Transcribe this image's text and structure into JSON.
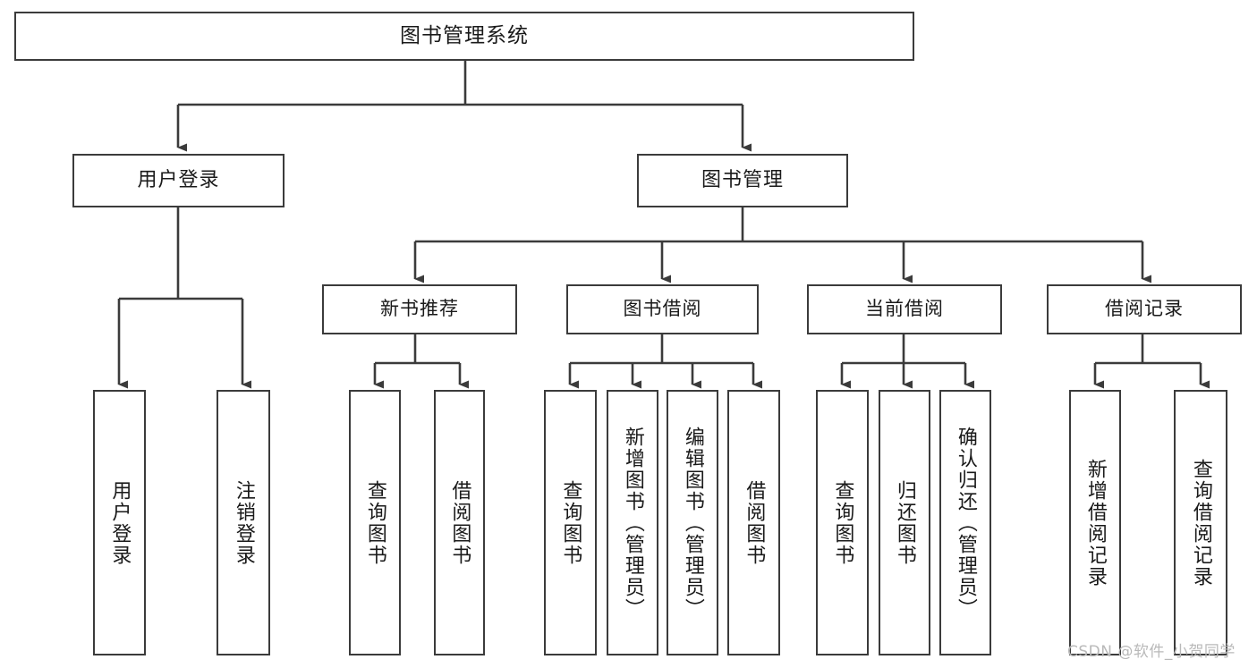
{
  "title": "图书管理系统",
  "watermark": "CSDN @软件_小贺同学",
  "colors": {
    "stroke": "#3b3b3b",
    "box_fill": "#ffffff",
    "text": "#1a1a1a",
    "watermark": "#b9b9b9",
    "background": "#ffffff"
  },
  "chart_data": {
    "type": "diagram",
    "diagram_type": "tree",
    "orientation": "top-down",
    "title": "图书管理系统",
    "levels": 4,
    "node_count": 18,
    "edge_style": "orthogonal-with-arrowheads"
  },
  "nodes": {
    "root": {
      "label": "图书管理系统"
    },
    "level2": [
      {
        "label": "用户登录"
      },
      {
        "label": "图书管理"
      }
    ],
    "level3": [
      {
        "label": "新书推荐"
      },
      {
        "label": "图书借阅"
      },
      {
        "label": "当前借阅"
      },
      {
        "label": "借阅记录"
      }
    ],
    "leaves": {
      "user_login": [
        {
          "label": "用户登录"
        },
        {
          "label": "注销登录"
        }
      ],
      "new_book": [
        {
          "label": "查询图书"
        },
        {
          "label": "借阅图书"
        }
      ],
      "book_borrow": [
        {
          "label": "查询图书"
        },
        {
          "label": "新增图书（管理员）"
        },
        {
          "label": "编辑图书（管理员）"
        },
        {
          "label": "借阅图书"
        }
      ],
      "current_borrow": [
        {
          "label": "查询图书"
        },
        {
          "label": "归还图书"
        },
        {
          "label": "确认归还（管理员）"
        }
      ],
      "borrow_record": [
        {
          "label": "新增借阅记录"
        },
        {
          "label": "查询借阅记录"
        }
      ]
    }
  }
}
